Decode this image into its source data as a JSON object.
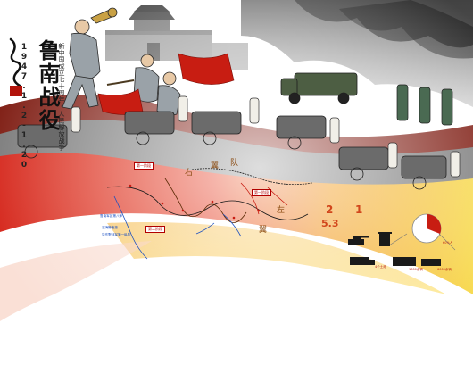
{
  "title": {
    "main": "鲁南战役",
    "date": "1947.1.2-1.20",
    "subtitle": "新中国成立七十周年·人民解放战争"
  },
  "battle_map": {
    "phase_labels": [
      "第一阶段",
      "第二阶段",
      "第一阶段"
    ],
    "direction_chars": [
      "右",
      "翼",
      "队",
      "左",
      "翼"
    ],
    "blue_notes": [
      "鲁南军区第八师",
      "滨海警备旅",
      "华东野战军第一纵队"
    ]
  },
  "stats": {
    "numbers": [
      "2",
      "5.3",
      "1"
    ],
    "icon_labels": [
      "4个土炮",
      "1800余辆",
      "6000余辆",
      "60%人"
    ]
  },
  "colors": {
    "road_red": "#d5251a",
    "accent_orange": "#f29a1a",
    "accent_yellow": "#f7d94a",
    "stat_orange": "#d1451b"
  },
  "icons": [
    "bugle-icon",
    "tank-icon",
    "truck-icon",
    "artillery-icon",
    "pie-chart-icon"
  ]
}
